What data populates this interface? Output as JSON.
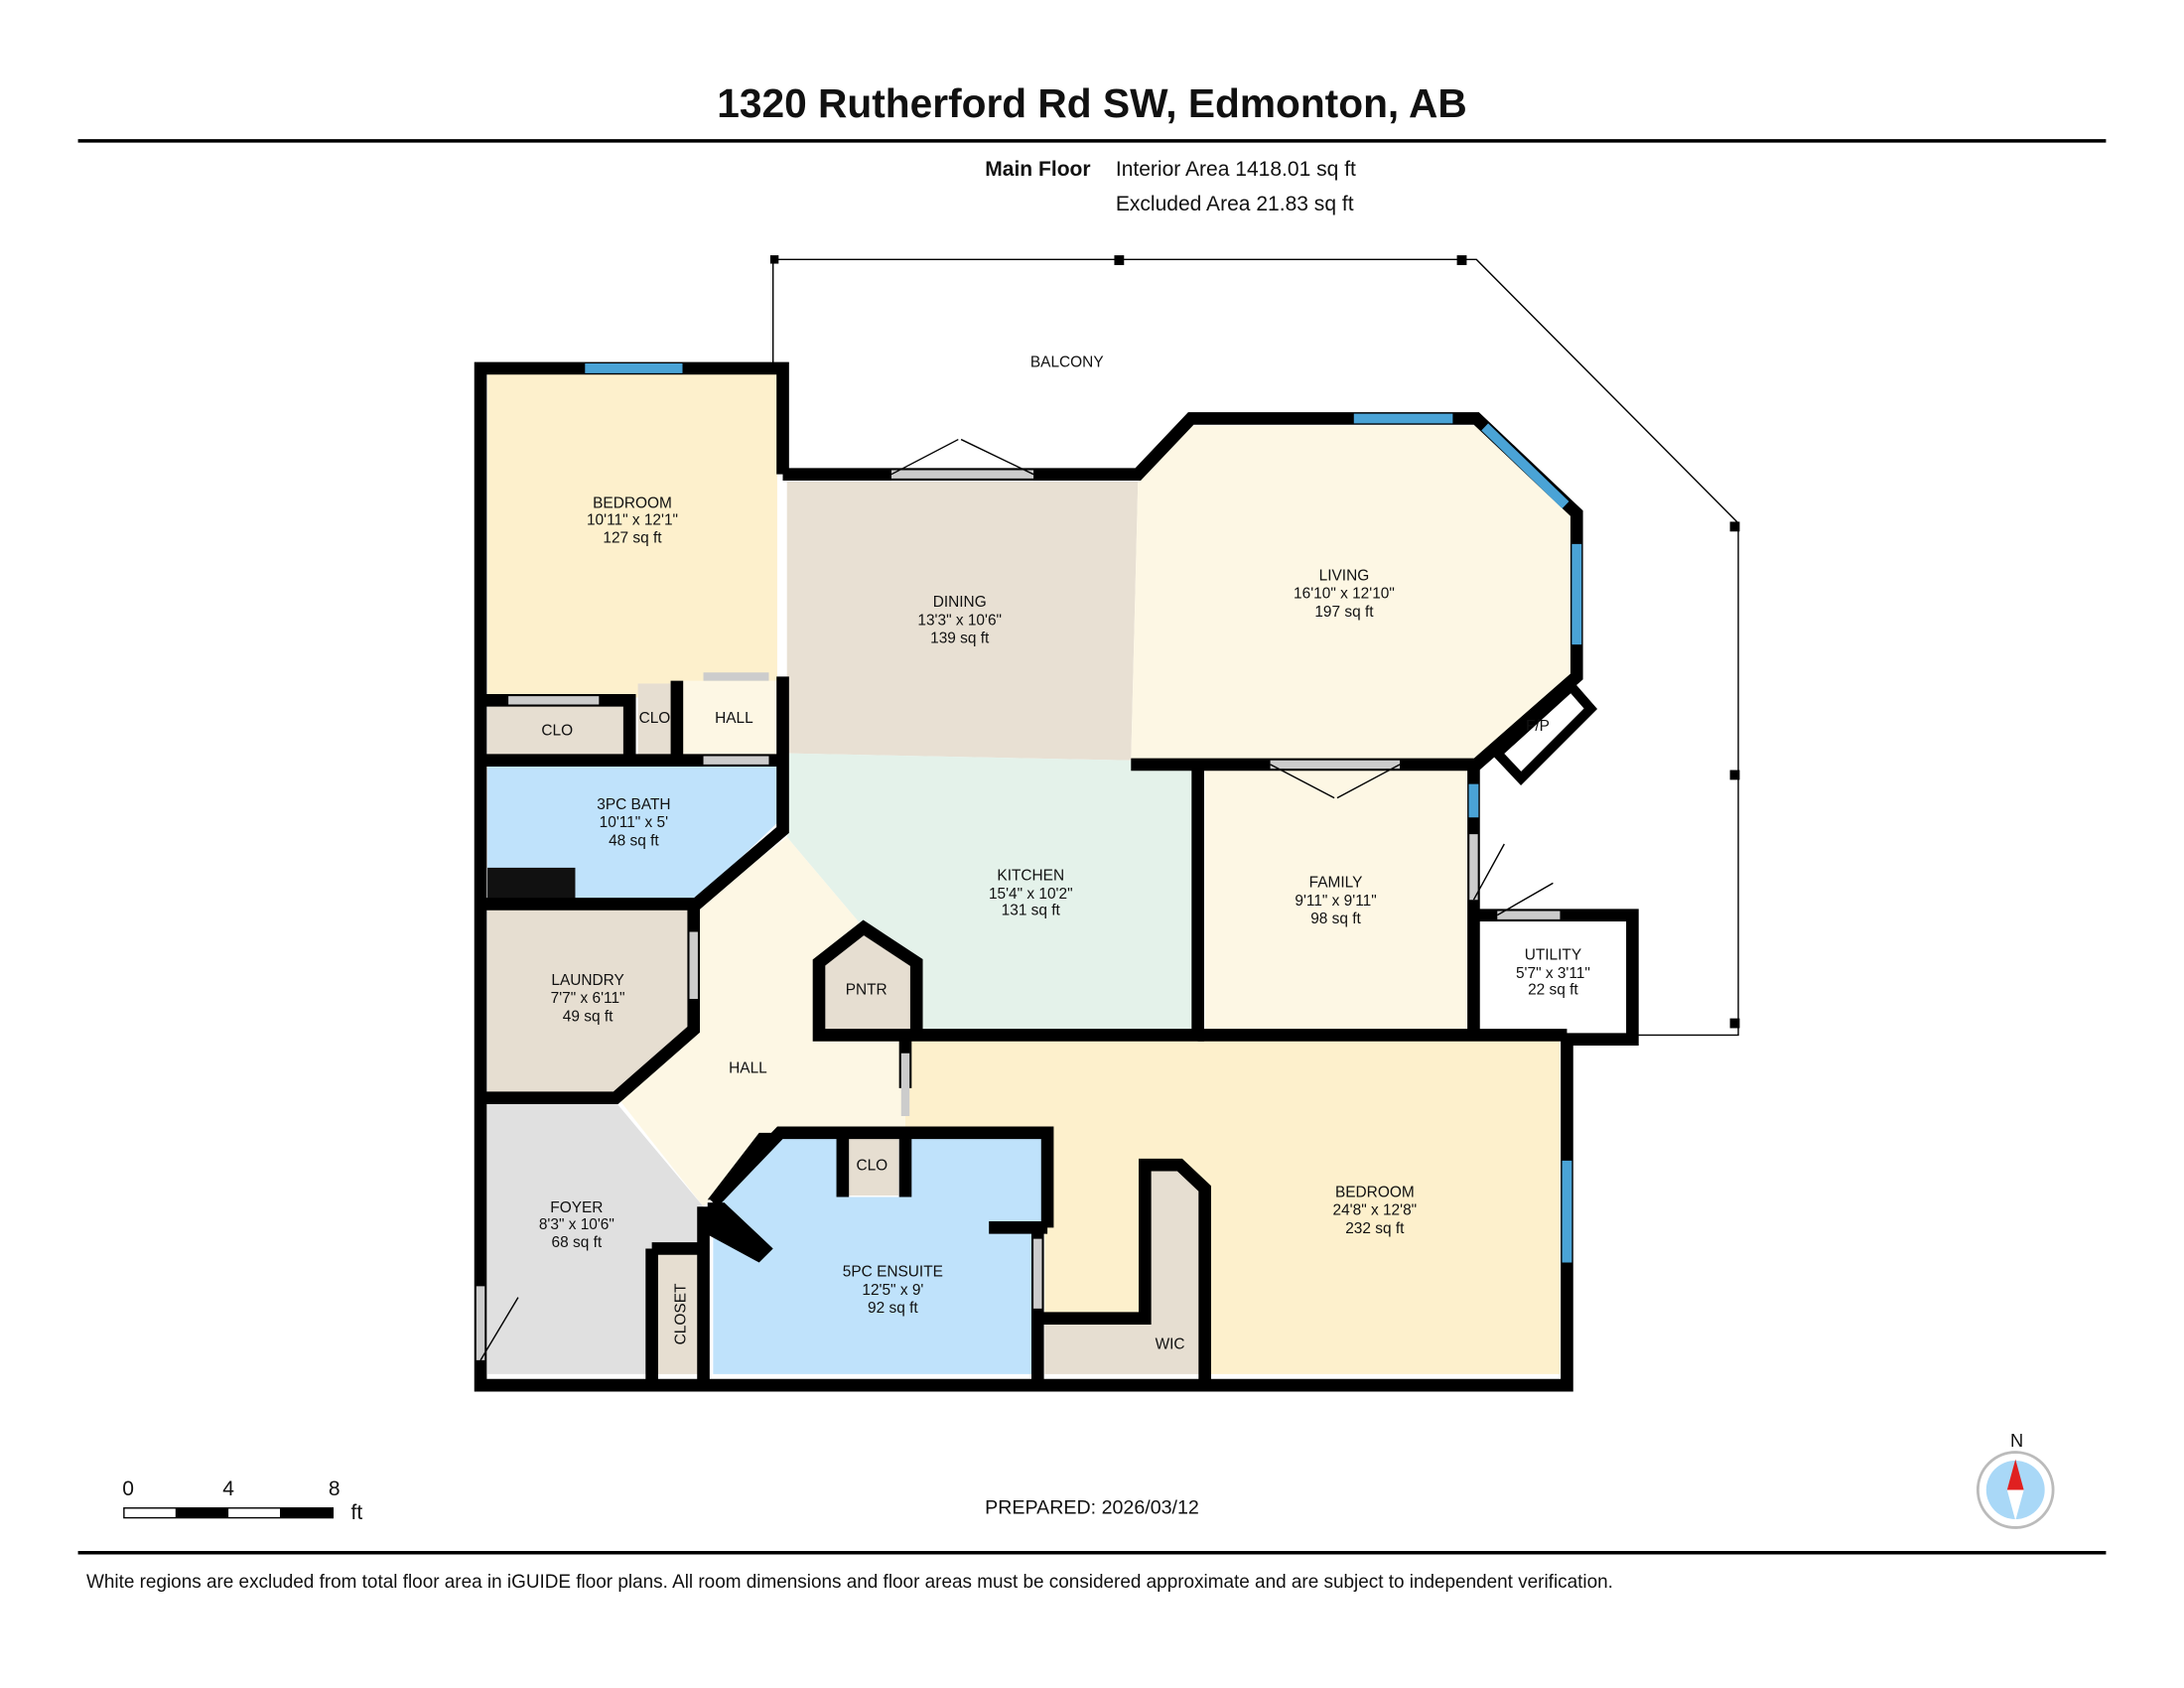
{
  "header": {
    "title": "1320 Rutherford Rd SW, Edmonton, AB",
    "floor_name": "Main Floor",
    "interior_area": "Interior Area 1418.01 sq ft",
    "excluded_area": "Excluded Area 21.83 sq ft"
  },
  "rooms": [
    {
      "name": "BEDROOM",
      "dims": "10'11\" x 12'1\"",
      "area": "127 sq ft"
    },
    {
      "name": "DINING",
      "dims": "13'3\" x 10'6\"",
      "area": "139 sq ft"
    },
    {
      "name": "LIVING",
      "dims": "16'10\" x 12'10\"",
      "area": "197 sq ft"
    },
    {
      "name": "3PC BATH",
      "dims": "10'11\" x 5'",
      "area": "48 sq ft"
    },
    {
      "name": "KITCHEN",
      "dims": "15'4\" x 10'2\"",
      "area": "131 sq ft"
    },
    {
      "name": "FAMILY",
      "dims": "9'11\" x 9'11\"",
      "area": "98 sq ft"
    },
    {
      "name": "UTILITY",
      "dims": "5'7\" x 3'11\"",
      "area": "22 sq ft"
    },
    {
      "name": "LAUNDRY",
      "dims": "7'7\" x 6'11\"",
      "area": "49 sq ft"
    },
    {
      "name": "FOYER",
      "dims": "8'3\" x 10'6\"",
      "area": "68 sq ft"
    },
    {
      "name": "5PC ENSUITE",
      "dims": "12'5\" x 9'",
      "area": "92 sq ft"
    },
    {
      "name": "BEDROOM",
      "dims": "24'8\" x 12'8\"",
      "area": "232 sq ft"
    }
  ],
  "labels": {
    "balcony": "BALCONY",
    "clo1": "CLO",
    "clo2": "CLO",
    "clo3": "CLO",
    "hall1": "HALL",
    "hall2": "HALL",
    "fp": "F/P",
    "pntr": "PNTR",
    "closet": "CLOSET",
    "wic": "WIC"
  },
  "scale": {
    "ticks": [
      "0",
      "4",
      "8"
    ],
    "unit": "ft"
  },
  "compass": {
    "north": "N"
  },
  "prepared": "PREPARED: 2026/03/12",
  "footer": "White regions are excluded from total floor area in iGUIDE floor plans. All room dimensions and floor areas must be considered approximate and are subject to independent verification.",
  "colors": {
    "bedroom": "#fdf0cc",
    "dining": "#e8e0d3",
    "living": "#fdf7e4",
    "bath": "#bfe2fb",
    "kitchen": "#e4f2ea",
    "storage": "#e6ded1",
    "foyer": "#e0e0e0",
    "window": "#4aa3d6",
    "compass_needle": "#e02020"
  }
}
